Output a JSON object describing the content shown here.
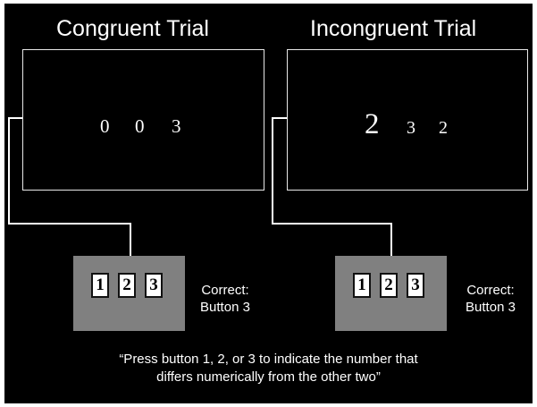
{
  "congruent": {
    "title": "Congruent Trial",
    "digits": [
      "0",
      "0",
      "3"
    ],
    "keys": [
      "1",
      "2",
      "3"
    ],
    "correct_label": "Correct:",
    "correct_answer": "Button 3"
  },
  "incongruent": {
    "title": "Incongruent Trial",
    "digits": [
      "2",
      "3",
      "2"
    ],
    "keys": [
      "1",
      "2",
      "3"
    ],
    "correct_label": "Correct:",
    "correct_answer": "Button 3"
  },
  "instruction": {
    "line1": "“Press button 1, 2, or 3 to indicate the number that",
    "line2": "differs numerically from the other two”"
  },
  "colors": {
    "background": "#000000",
    "screen_border": "#e8e8e8",
    "response_box": "#808080",
    "key_face": "#ffffff"
  }
}
